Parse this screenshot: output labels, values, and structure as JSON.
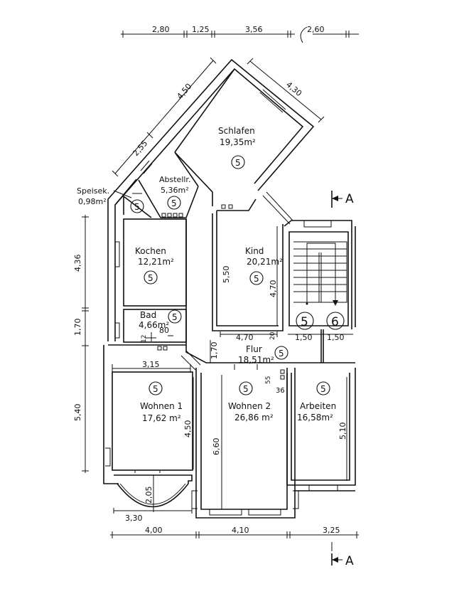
{
  "drawing": {
    "type": "floor plan",
    "rooms": [
      {
        "id": "schlafen",
        "name": "Schlafen",
        "area": "19,35m²",
        "marker": "5"
      },
      {
        "id": "abstellr",
        "name": "Abstellr.",
        "area": "5,36m²",
        "marker": "5"
      },
      {
        "id": "speisek",
        "name": "Speisek.",
        "area": "0,98m²",
        "marker": "5"
      },
      {
        "id": "kochen",
        "name": "Kochen",
        "area": "12,21m²",
        "marker": "5"
      },
      {
        "id": "kind",
        "name": "Kind",
        "area": "20,21m²",
        "marker": "5"
      },
      {
        "id": "bad",
        "name": "Bad",
        "area": "4,66m²",
        "marker": "5"
      },
      {
        "id": "flur",
        "name": "Flur",
        "area": "18,51m²",
        "marker": "5"
      },
      {
        "id": "wohnen1",
        "name": "Wohnen 1",
        "area": "17,62 m²",
        "marker": "5"
      },
      {
        "id": "wohnen2",
        "name": "Wohnen 2",
        "area": "26,86 m²",
        "marker": "5"
      },
      {
        "id": "arbeiten",
        "name": "Arbeiten",
        "area": "16,58m²",
        "marker": "5"
      }
    ],
    "stair_markers": [
      "5",
      "6"
    ],
    "dimensions": {
      "top": [
        "2,80",
        "1,25",
        "3,56",
        "2,60"
      ],
      "diag_left": [
        "2,55",
        "4,50"
      ],
      "diag_right": "4,30",
      "left": [
        "4,36",
        "1,70",
        "5,40"
      ],
      "bottom_outer": [
        "4,00",
        "4,10",
        "3,25"
      ],
      "bay_width": "3,30",
      "bay_depth": "2,05",
      "wohnen1_width": "3,15",
      "wohnen1_height": "4,50",
      "wohnen2_height": "6,60",
      "arbeiten_height": "5,10",
      "kind_height_left": "5,50",
      "kind_height_right": "4,70",
      "kind_width": "4,70",
      "wall_small": "20",
      "stair_widths": [
        "1,50",
        "1,50"
      ],
      "flur_depth": "1,70",
      "bad_small": [
        "12",
        "80"
      ],
      "flur_small": [
        "55",
        "36"
      ]
    },
    "section_mark": "A"
  }
}
